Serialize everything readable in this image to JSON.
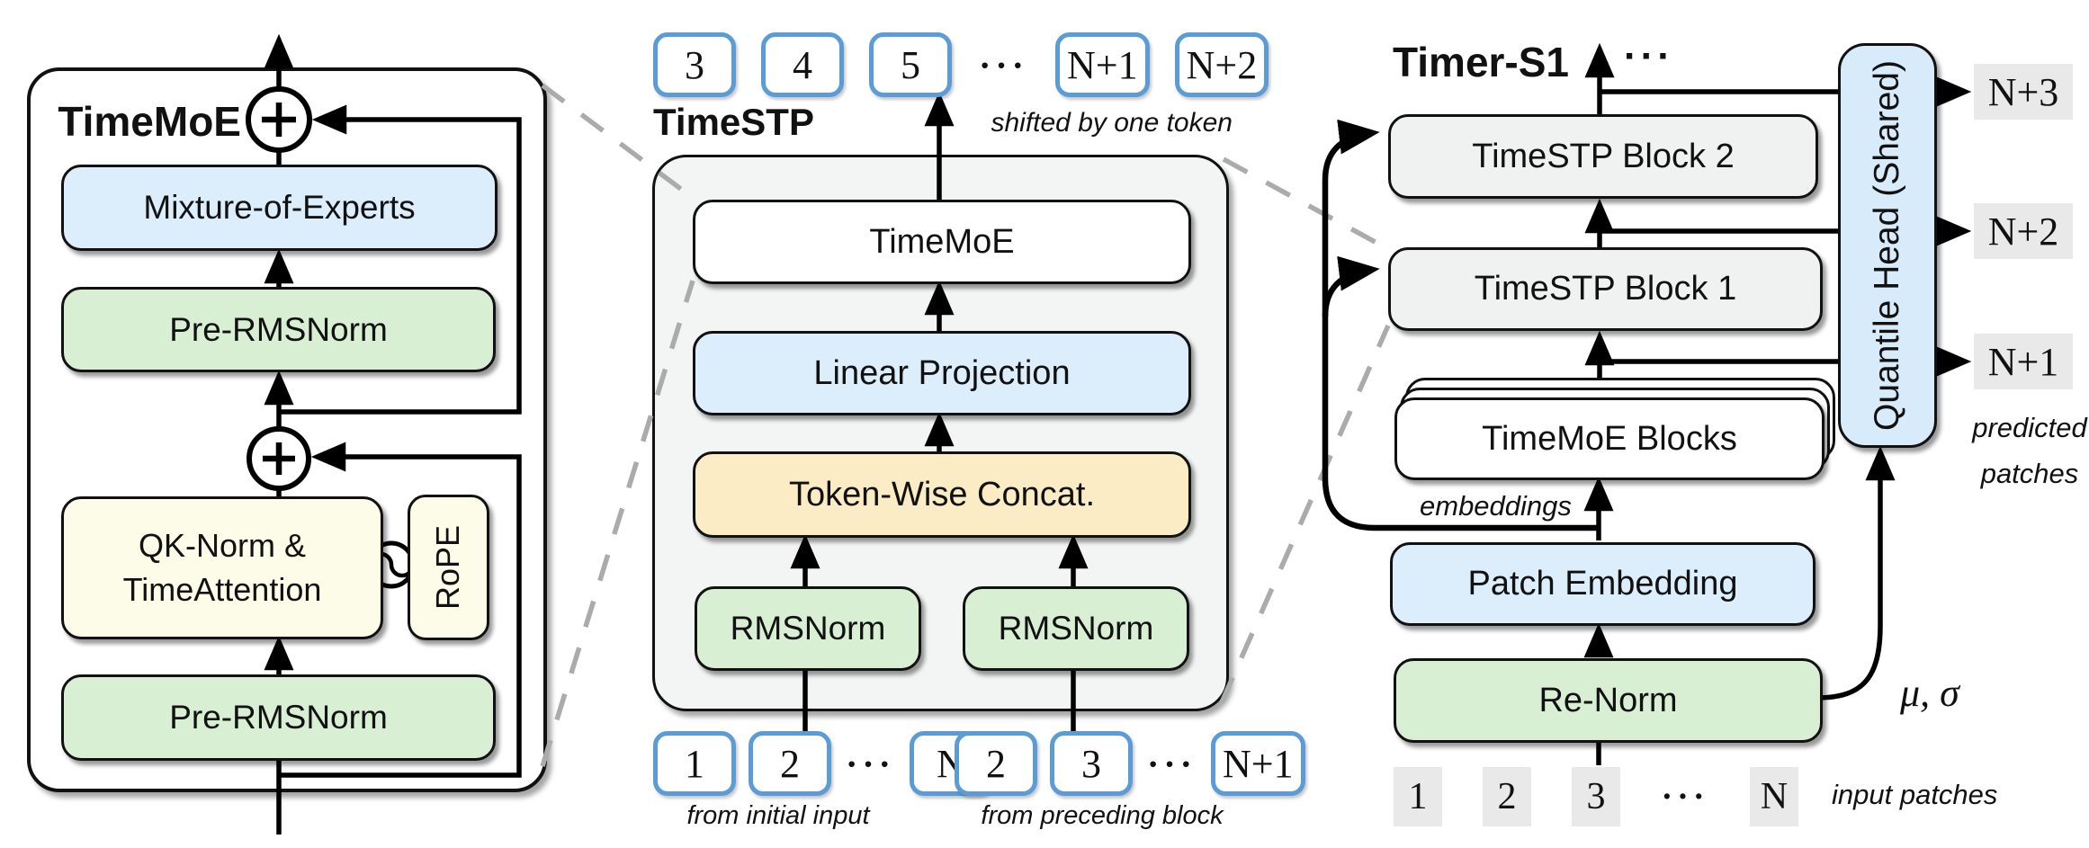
{
  "colors": {
    "token_border_blue": "#5b9cd7",
    "box_blue": "#dcedfb",
    "box_green": "#d9efd4",
    "box_cream": "#fcfce9",
    "box_yellow": "#fcecc5",
    "block_gray": "#f0f2f2",
    "container_gray": "#f3f5f5",
    "quantile_blue": "#d8ebfa",
    "patch_gray": "#e9e9e9",
    "dashed_gray": "#ababab"
  },
  "left_panel": {
    "title": "TimeMoE",
    "plus": "+",
    "moe": "Mixture-of-Experts",
    "pre_rmsnorm_top": "Pre-RMSNorm",
    "attention_line1": "QK-Norm &",
    "attention_line2": "TimeAttention",
    "rope": "RoPE",
    "pre_rmsnorm_bottom": "Pre-RMSNorm"
  },
  "middle_panel": {
    "title": "TimeSTP",
    "shifted_note": "shifted by one token",
    "output_tokens": [
      "3",
      "4",
      "5",
      "···",
      "N+1",
      "N+2"
    ],
    "timemoe": "TimeMoE",
    "linear_projection": "Linear Projection",
    "token_wise_concat": "Token-Wise Concat.",
    "rmsnorm_left": "RMSNorm",
    "rmsnorm_right": "RMSNorm",
    "input_tokens_initial": [
      "1",
      "2",
      "···",
      "N"
    ],
    "input_tokens_preceding": [
      "2",
      "3",
      "···",
      "N+1"
    ],
    "label_initial": "from initial input",
    "label_preceding": "from preceding block"
  },
  "right_panel": {
    "title": "Timer-S1",
    "ellipsis": "···",
    "block2": "TimeSTP Block 2",
    "block1": "TimeSTP Block 1",
    "timemoe_blocks": "TimeMoE Blocks",
    "patch_embedding": "Patch Embedding",
    "renorm": "Re-Norm",
    "quantile_head": "Quantile Head (Shared)",
    "embeddings_label": "embeddings",
    "mu_sigma": "μ, σ",
    "outputs": [
      "N+3",
      "N+2",
      "N+1"
    ],
    "predicted_line1": "predicted",
    "predicted_line2": "patches",
    "input_patches": [
      "1",
      "2",
      "3",
      "···",
      "N"
    ],
    "input_patches_label": "input patches"
  }
}
